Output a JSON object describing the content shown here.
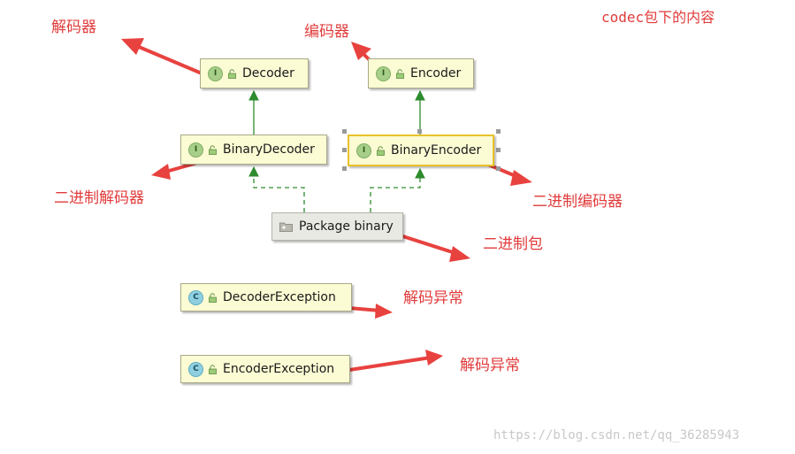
{
  "diagram": {
    "title_note": "codec包下的内容",
    "nodes": {
      "decoder": {
        "kind": "interface",
        "badge": "I",
        "label": "Decoder"
      },
      "encoder": {
        "kind": "interface",
        "badge": "I",
        "label": "Encoder"
      },
      "binary_decoder": {
        "kind": "interface",
        "badge": "I",
        "label": "BinaryDecoder"
      },
      "binary_encoder": {
        "kind": "interface",
        "badge": "I",
        "label": "BinaryEncoder",
        "selected": true
      },
      "package_binary": {
        "kind": "package",
        "label": "Package binary"
      },
      "decoder_exception": {
        "kind": "class",
        "badge": "C",
        "label": "DecoderException"
      },
      "encoder_exception": {
        "kind": "class",
        "badge": "C",
        "label": "EncoderException"
      }
    },
    "edges": [
      {
        "from": "binary_decoder",
        "to": "decoder",
        "type": "extends"
      },
      {
        "from": "binary_encoder",
        "to": "encoder",
        "type": "extends"
      },
      {
        "from": "package_binary",
        "to": "binary_decoder",
        "type": "dependency"
      },
      {
        "from": "package_binary",
        "to": "binary_encoder",
        "type": "dependency"
      }
    ],
    "annotations": {
      "decoder": "解码器",
      "encoder": "编码器",
      "binary_decoder": "二进制解码器",
      "binary_encoder": "二进制编码器",
      "package_binary": "二进制包",
      "decoder_exception": "解码异常",
      "encoder_exception": "解码异常"
    },
    "colors": {
      "annotation": "#e13b3b",
      "node_fill": "#fbfbd4",
      "inherit_line": "#2e8b2e",
      "selection": "#e8c22a"
    }
  },
  "watermark": "https://blog.csdn.net/qq_36285943"
}
